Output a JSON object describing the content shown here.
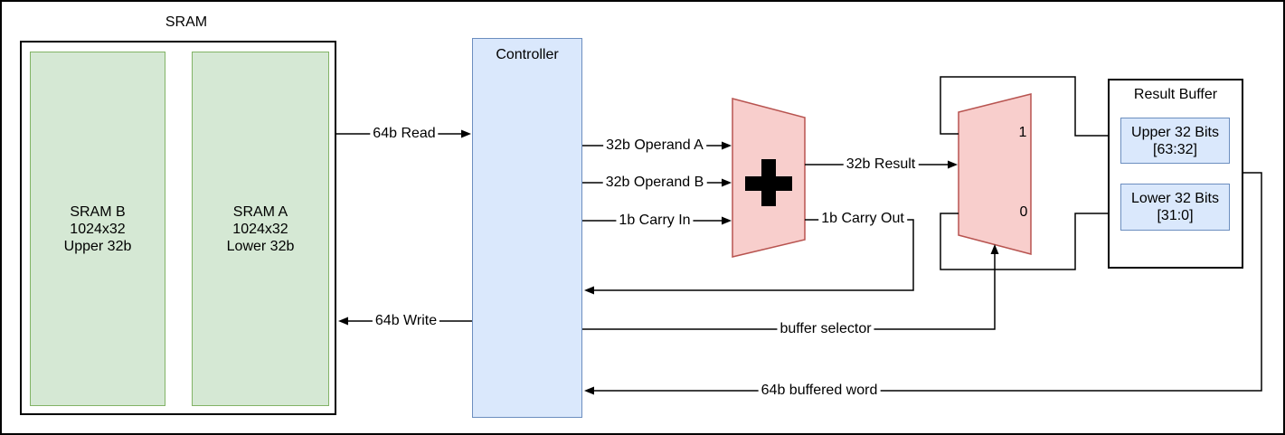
{
  "sram": {
    "title": "SRAM",
    "banks": [
      {
        "name": "SRAM B",
        "size": "1024x32",
        "half": "Upper 32b"
      },
      {
        "name": "SRAM A",
        "size": "1024x32",
        "half": "Lower 32b"
      }
    ]
  },
  "controller": {
    "label": "Controller"
  },
  "adder": {
    "symbol": "+"
  },
  "mux": {
    "port_1": "1",
    "port_0": "0"
  },
  "result_buffer": {
    "title": "Result Buffer",
    "registers": [
      {
        "label": "Upper 32 Bits",
        "bits": "[63:32]"
      },
      {
        "label": "Lower 32 Bits",
        "bits": "[31:0]"
      }
    ]
  },
  "signals": {
    "read": "64b Read",
    "write": "64b Write",
    "operand_a": "32b Operand A",
    "operand_b": "32b Operand B",
    "carry_in": "1b Carry In",
    "result": "32b Result",
    "carry_out": "1b Carry Out",
    "buffer_selector": "buffer selector",
    "buffered_word": "64b buffered word"
  },
  "colors": {
    "sram_fill": "#d5e8d4",
    "sram_stroke": "#82b366",
    "controller_fill": "#dae8fc",
    "controller_stroke": "#6c8ebf",
    "alu_fill": "#f8cecc",
    "alu_stroke": "#b85450",
    "wire": "#000000"
  }
}
